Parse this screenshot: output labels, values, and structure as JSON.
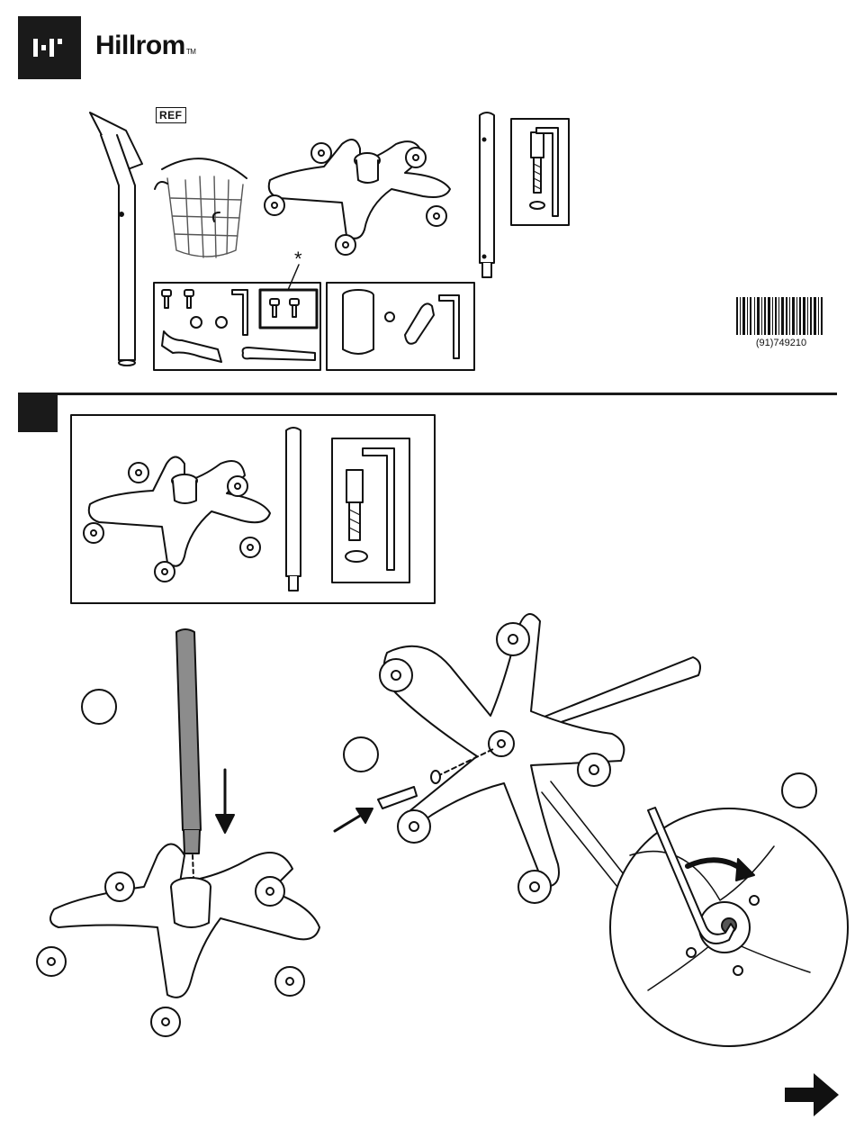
{
  "header": {
    "brand_name": "Hillrom",
    "trademark": "TM"
  },
  "parts": {
    "ref_label": "REF",
    "asterisk": "*"
  },
  "barcode": {
    "number": "(91)749210"
  },
  "step": {
    "index": "",
    "callouts": [
      "",
      "",
      ""
    ]
  },
  "icons": [
    "logo-mark-icon",
    "arrow-right-icon",
    "hex-key-icon",
    "caster-base-icon",
    "pole-icon",
    "basket-icon",
    "screw-icon"
  ]
}
